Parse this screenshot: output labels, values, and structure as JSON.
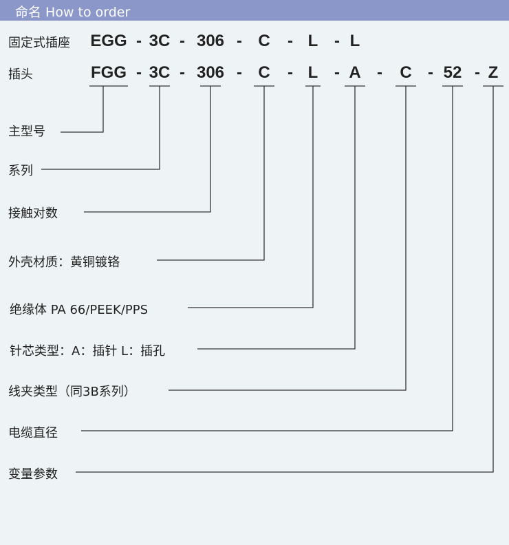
{
  "header": {
    "title": "命名 How to order"
  },
  "rows": [
    {
      "label": "固定式插座",
      "codes": [
        "EGG",
        "-",
        "3C",
        "-",
        "306",
        "-",
        "C",
        "-",
        "L",
        "-",
        "L"
      ]
    },
    {
      "label": "插头",
      "codes": [
        "FGG",
        "-",
        "3C",
        "-",
        "306",
        "-",
        "C",
        "-",
        "L",
        "-",
        "A",
        "-",
        "C",
        "-",
        "52",
        "-",
        "Z"
      ]
    }
  ],
  "legend": [
    "主型号",
    "系列",
    "接触对数",
    "外壳材质：黄铜镀铬",
    "绝缘体 PA 66/PEEK/PPS",
    "针芯类型：A：插针  L：插孔",
    "线夹类型（同3B系列）",
    "电缆直径",
    "变量参数"
  ],
  "colors": {
    "header": "#8b97c8",
    "background": "#eef3f6",
    "line": "#333333"
  }
}
